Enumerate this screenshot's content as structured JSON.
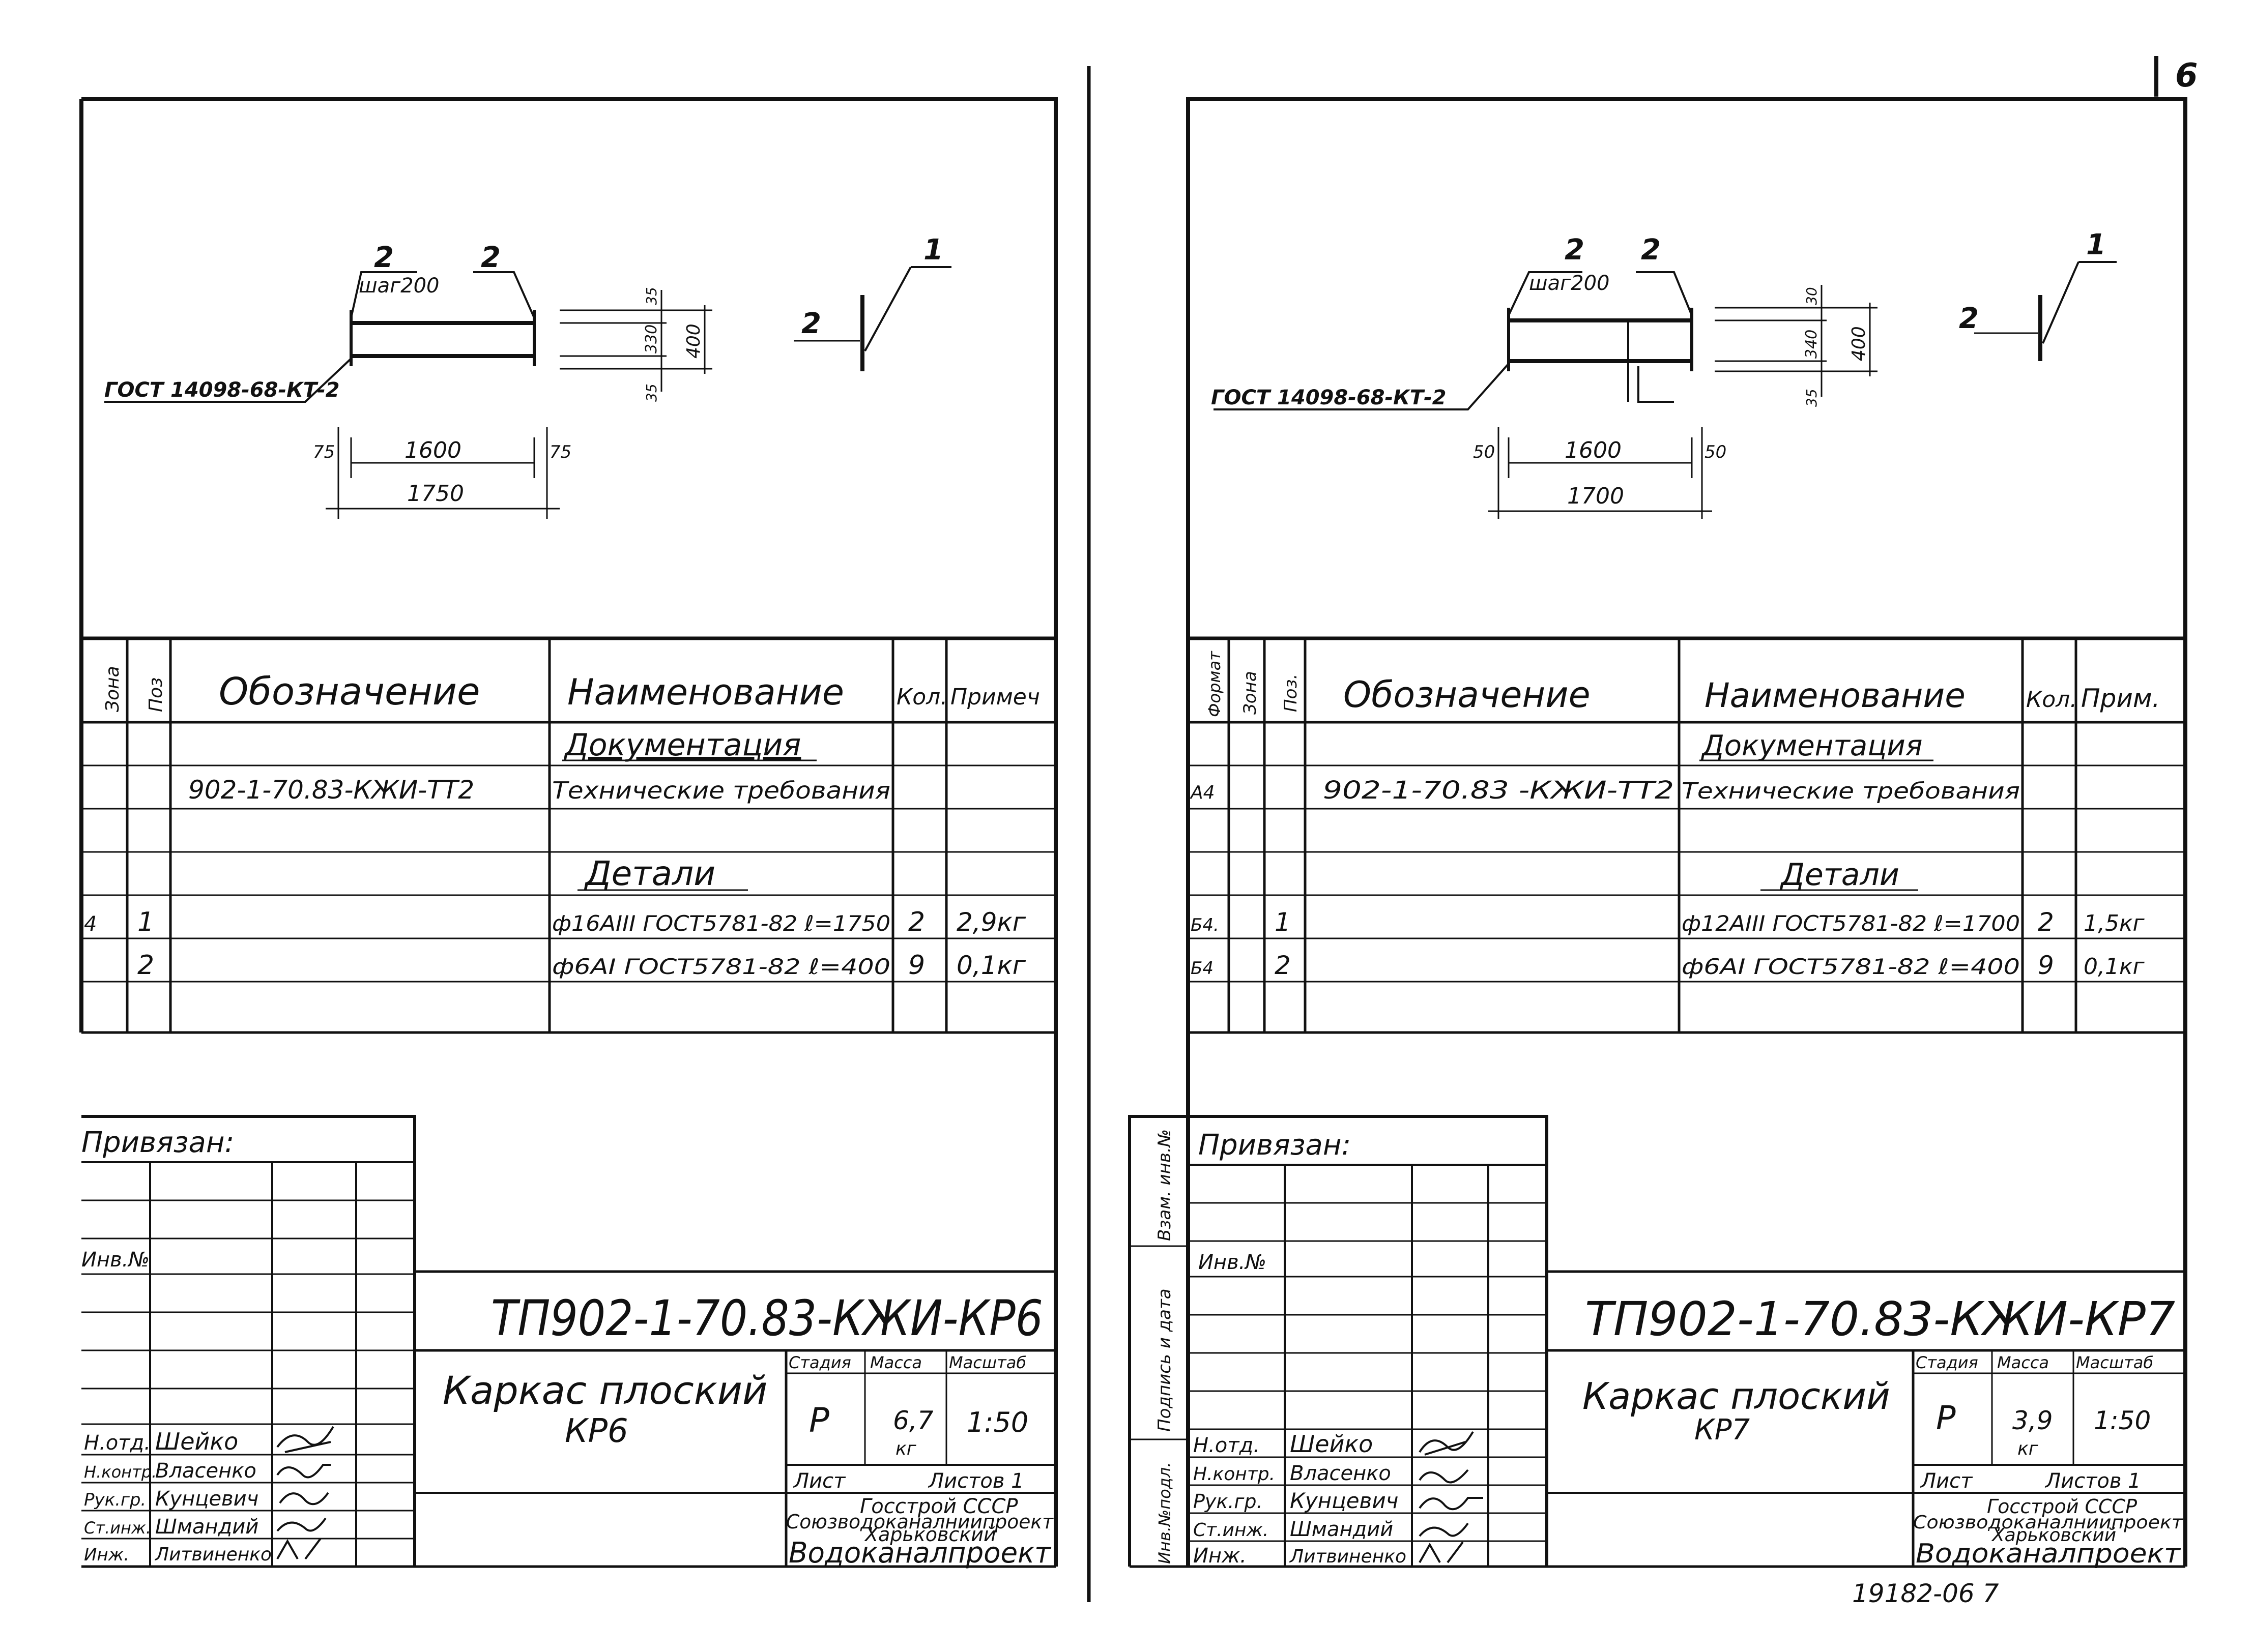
{
  "page_number": "6",
  "bottom_note": "19182-06 7",
  "sheets": [
    {
      "id": "left",
      "drawing": {
        "gost_label": "ГОСТ 14098-68-КТ-2",
        "top_pos_left": "2",
        "top_pos_right": "2",
        "step_label": "шаг200",
        "dim_1600": "1600",
        "dim_total": "1750",
        "dim_end_left": "75",
        "dim_end_right": "75",
        "dim_400": "400",
        "dim_inner": "330",
        "dim_top_small": "35",
        "dim_bottom_small": "35",
        "side_pos_1": "1",
        "side_pos_2": "2"
      },
      "spec": {
        "headers": {
          "zone": "Зона",
          "pos": "Поз",
          "designation": "Обозначение",
          "name": "Наименование",
          "qty": "Кол.",
          "note": "Примеч"
        },
        "rows": [
          {
            "format": "",
            "pos": "",
            "designation": "",
            "name": "Документация",
            "qty": "",
            "note": "",
            "section": true
          },
          {
            "format": "",
            "pos": "",
            "designation": "902-1-70.83-КЖИ-ТТ2",
            "name": "Технические требования",
            "qty": "",
            "note": ""
          },
          {
            "format": "",
            "pos": "",
            "designation": "",
            "name": "",
            "qty": "",
            "note": ""
          },
          {
            "format": "",
            "pos": "",
            "designation": "",
            "name": "Детали",
            "qty": "",
            "note": "",
            "section": true
          },
          {
            "format": "4",
            "pos": "1",
            "designation": "",
            "name": "ф16АIII ГОСТ5781-82 ℓ=1750",
            "qty": "2",
            "note": "2,9кг"
          },
          {
            "format": "",
            "pos": "2",
            "designation": "",
            "name": "ф6АI ГОСТ5781-82 ℓ=400",
            "qty": "9",
            "note": "0,1кг"
          },
          {
            "format": "",
            "pos": "",
            "designation": "",
            "name": "",
            "qty": "",
            "note": ""
          }
        ]
      },
      "stamp": {
        "bound_label": "Привязан:",
        "inv_label": "Инв.№",
        "code": "ТП902-1-70.83-КЖИ-КР6",
        "title_line1": "Каркас плоский",
        "title_line2": "КР6",
        "stage_label": "Стадия",
        "mass_label": "Масса",
        "scale_label": "Масштаб",
        "stage_value": "Р",
        "mass_value": "6,7",
        "mass_unit": "кг",
        "scale_value": "1:50",
        "sheet_label": "Лист",
        "sheets_label": "Листов 1",
        "org_line1": "Госстрой СССР",
        "org_line2": "Союзводоканалниипроект",
        "org_line3": "Харьковский",
        "org_line4": "Водоканалпроект",
        "people": [
          {
            "role": "Н.отд.",
            "name": "Шейко"
          },
          {
            "role": "Н.контр.",
            "name": "Власенко"
          },
          {
            "role": "Рук.гр.",
            "name": "Кунцевич"
          },
          {
            "role": "Ст.инж.",
            "name": "Шмандий"
          },
          {
            "role": "Инж.",
            "name": "Литвиненко"
          }
        ]
      }
    },
    {
      "id": "right",
      "drawing": {
        "gost_label": "ГОСТ 14098-68-КТ-2",
        "top_pos_left": "2",
        "top_pos_right": "2",
        "step_label": "шаг200",
        "dim_1600": "1600",
        "dim_total": "1700",
        "dim_end_left": "50",
        "dim_end_right": "50",
        "dim_400": "400",
        "dim_inner": "340",
        "dim_top_small": "30",
        "dim_bottom_small": "35",
        "side_pos_1": "1",
        "side_pos_2": "2"
      },
      "spec": {
        "headers": {
          "format": "Формат",
          "zone": "Зона",
          "pos": "Поз.",
          "designation": "Обозначение",
          "name": "Наименование",
          "qty": "Кол.",
          "note": "Прим."
        },
        "rows": [
          {
            "format": "",
            "pos": "",
            "designation": "",
            "name": "Документация",
            "qty": "",
            "note": "",
            "section": true
          },
          {
            "format": "А4",
            "pos": "",
            "designation": "902-1-70.83 -КЖИ-ТТ2",
            "name": "Технические требования",
            "qty": "",
            "note": ""
          },
          {
            "format": "",
            "pos": "",
            "designation": "",
            "name": "",
            "qty": "",
            "note": ""
          },
          {
            "format": "",
            "pos": "",
            "designation": "",
            "name": "Детали",
            "qty": "",
            "note": "",
            "section": true
          },
          {
            "format": "Б4.",
            "pos": "1",
            "designation": "",
            "name": "ф12АIII ГОСТ5781-82 ℓ=1700",
            "qty": "2",
            "note": "1,5кг"
          },
          {
            "format": "Б4",
            "pos": "2",
            "designation": "",
            "name": "ф6АI ГОСТ5781-82 ℓ=400",
            "qty": "9",
            "note": "0,1кг"
          },
          {
            "format": "",
            "pos": "",
            "designation": "",
            "name": "",
            "qty": "",
            "note": ""
          }
        ]
      },
      "stamp": {
        "bound_label": "Привязан:",
        "inv_label": "Инв.№",
        "code": "ТП902-1-70.83-КЖИ-КР7",
        "title_line1": "Каркас плоский",
        "title_line2": "КР7",
        "stage_label": "Стадия",
        "mass_label": "Масса",
        "scale_label": "Масштаб",
        "stage_value": "Р",
        "mass_value": "3,9",
        "mass_unit": "кг",
        "scale_value": "1:50",
        "sheet_label": "Лист",
        "sheets_label": "Листов 1",
        "org_line1": "Госстрой СССР",
        "org_line2": "Союзводоканалниипроект",
        "org_line3": "Харьковский",
        "org_line4": "Водоканалпроект",
        "side_labels": {
          "a": "Взам. инв.№",
          "b": "Подпись и дата",
          "c": "Инв.№подл."
        },
        "people": [
          {
            "role": "Н.отд.",
            "name": "Шейко"
          },
          {
            "role": "Н.контр.",
            "name": "Власенко"
          },
          {
            "role": "Рук.гр.",
            "name": "Кунцевич"
          },
          {
            "role": "Ст.инж.",
            "name": "Шмандий"
          },
          {
            "role": "Инж.",
            "name": "Литвиненко"
          }
        ]
      }
    }
  ]
}
